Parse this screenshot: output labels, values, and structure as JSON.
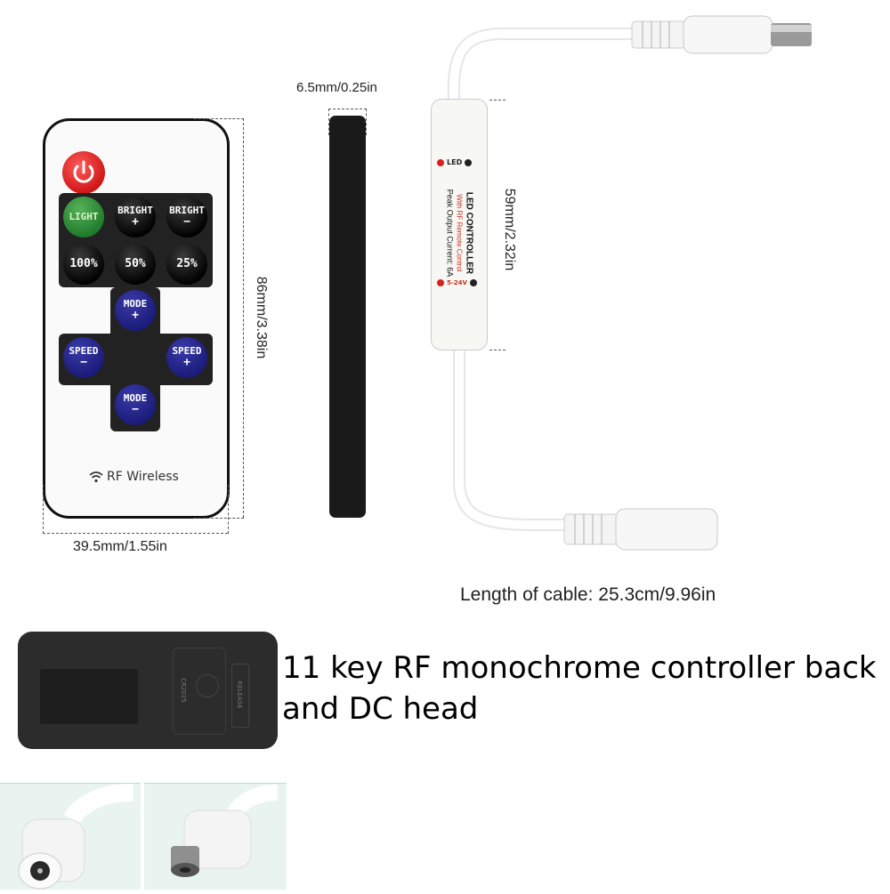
{
  "remote": {
    "buttons": {
      "light": "LIGHT",
      "bright_plus": "BRIGHT",
      "bright_minus": "BRIGHT",
      "plus_symbol": "+",
      "minus_symbol": "−",
      "p100": "100%",
      "p50": "50%",
      "p25": "25%",
      "mode_plus": "MODE",
      "mode_minus": "MODE",
      "speed_minus": "SPEED",
      "speed_plus": "SPEED"
    },
    "rf_label": "RF Wireless",
    "icons": {
      "power": "power-icon",
      "wifi": "wifi-icon"
    }
  },
  "dimensions": {
    "thickness": "6.5mm/0.25in",
    "remote_height": "86mm/3.38in",
    "remote_width": "39.5mm/1.55in",
    "controller_length": "59mm/2.32in",
    "cable_length": "Length of cable: 25.3cm/9.96in"
  },
  "controller": {
    "led_label": "LED",
    "title": "LED CONTROLLER",
    "subtitle": "With RF Remote Control",
    "spec": "Peak Output Current: 6A",
    "voltage": "5-24V"
  },
  "back": {
    "cr2025": "CR2025",
    "release": "RELEASE"
  },
  "caption": "11 key RF monochrome controller back and DC head",
  "colors": {
    "power_red": "#d01818",
    "light_green": "#1d7a2b",
    "mode_blue": "#1a1a78",
    "remote_body": "#fafafa",
    "photo_bg": "#e9f4f1"
  }
}
